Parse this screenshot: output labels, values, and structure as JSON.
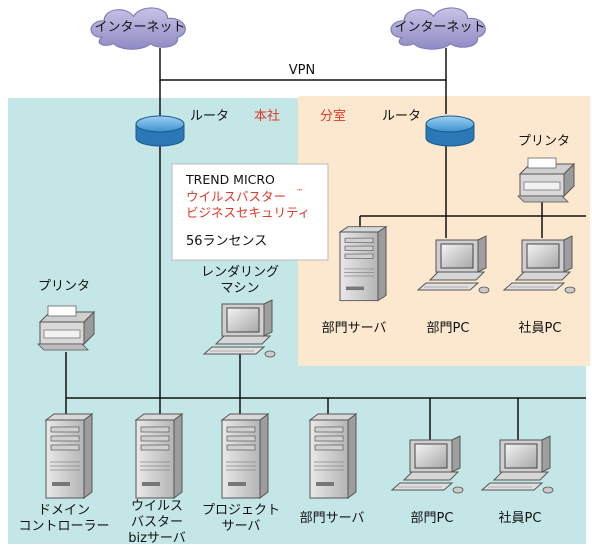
{
  "internet_left": "インターネット",
  "internet_right": "インターネット",
  "vpn": "VPN",
  "hq_router": "ルータ",
  "hq_label": "本社",
  "branch_label": "分室",
  "branch_router": "ルータ",
  "product_box": {
    "line1": "TREND MICRO",
    "line2": "ウイルスバスター",
    "tm": "™",
    "line3": "ビジネスセキュリティ",
    "line4": "56ランセンス"
  },
  "branch_printer": "プリンタ",
  "branch_server": "部門サーバ",
  "branch_pc": "部門PC",
  "branch_employee_pc": "社員PC",
  "hq_printer": "プリンタ",
  "render_machine": [
    "レンダリング",
    "マシン"
  ],
  "hq_nodes": {
    "domain_controller": [
      "ドメイン",
      "コントローラー"
    ],
    "vb_server": [
      "ウイルス",
      "バスター",
      "bizサーバ"
    ],
    "project_server": [
      "プロジェクト",
      "サーバ"
    ],
    "dept_server": "部門サーバ",
    "dept_pc": "部門PC",
    "employee_pc": "社員PC"
  },
  "colors": {
    "hq_bg": "#c4e6e6",
    "branch_bg": "#fbe8cf",
    "cloud": "#a9a6d3",
    "router": "#3a8fd0",
    "label_red": "#e03a2a"
  }
}
